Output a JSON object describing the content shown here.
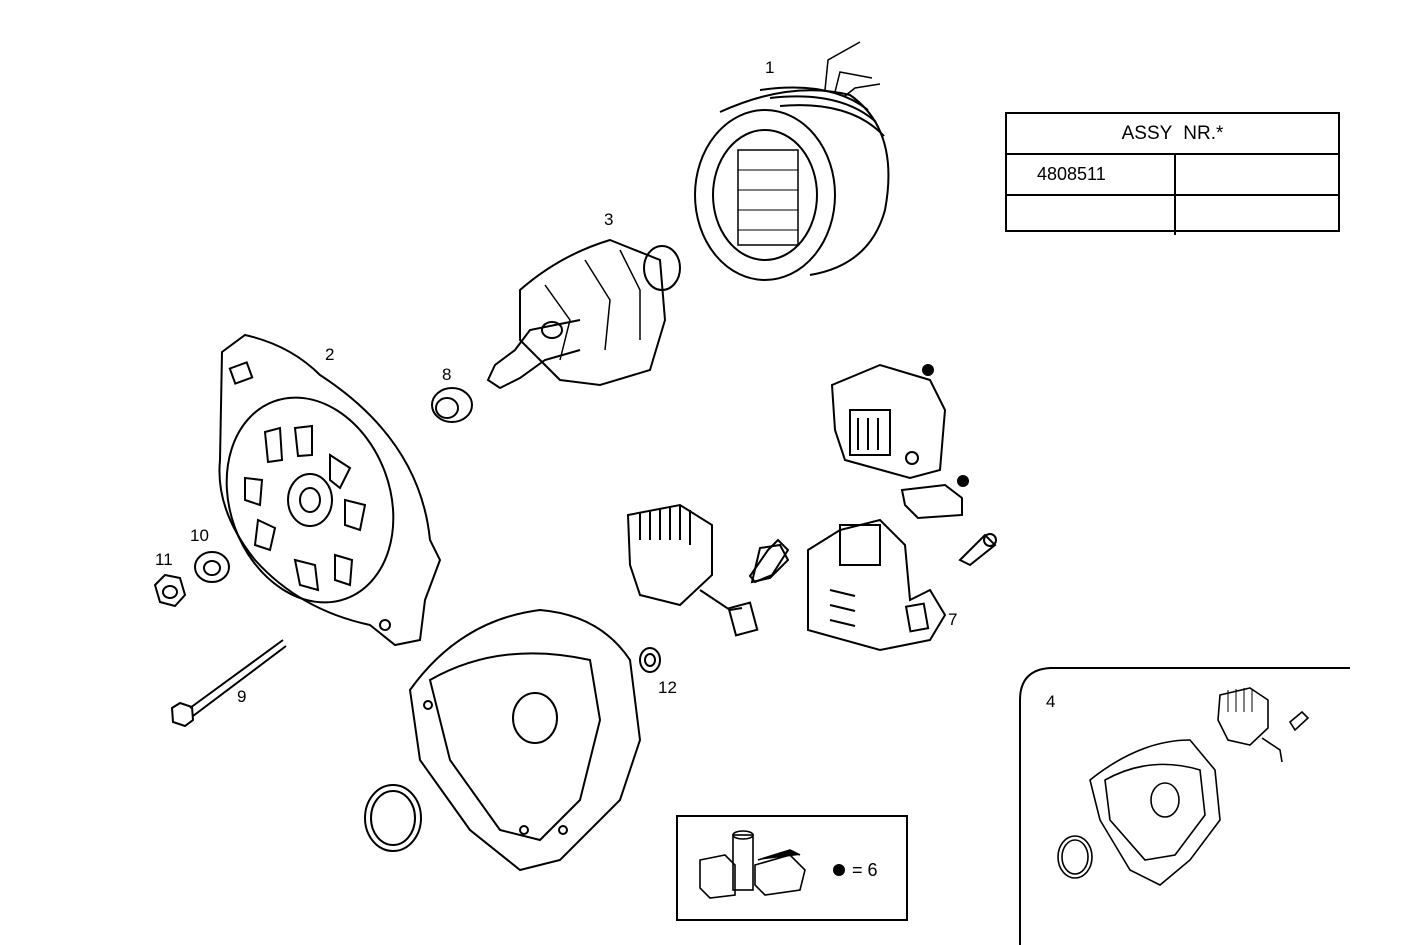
{
  "callouts": {
    "c1": "1",
    "c2": "2",
    "c3": "3",
    "c4": "4",
    "c7": "7",
    "c8": "8",
    "c9": "9",
    "c10": "10",
    "c11": "11",
    "c12": "12"
  },
  "assy_table": {
    "header": "ASSY  NR.*",
    "rows": [
      [
        "4808511",
        ""
      ],
      [
        "",
        ""
      ]
    ]
  },
  "legend": {
    "text": "= 6",
    "marker_color": "#000000"
  },
  "colors": {
    "line": "#000000",
    "background": "#ffffff"
  }
}
